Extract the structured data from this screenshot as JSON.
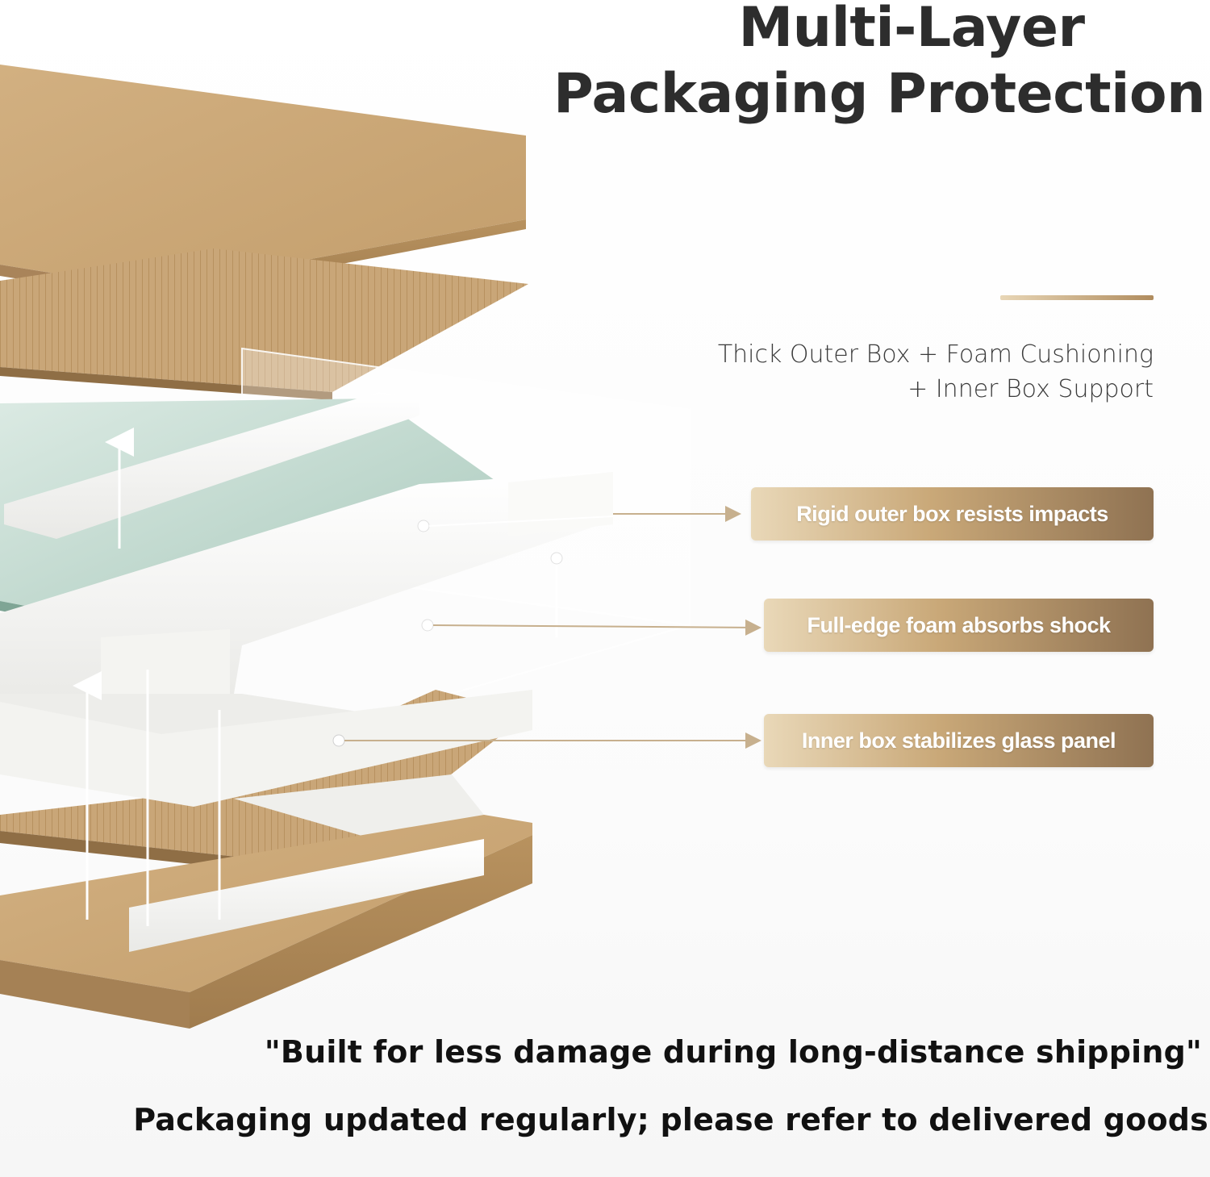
{
  "header": {
    "title_line1": "Multi-Layer",
    "title_line2": "Packaging Protection"
  },
  "subtitle": {
    "line1": "Thick Outer Box + Foam Cushioning",
    "line2": "+ Inner Box Support"
  },
  "callouts": [
    {
      "label": "Rigid outer box resists impacts"
    },
    {
      "label": "Full-edge foam absorbs shock"
    },
    {
      "label": "Inner box stabilizes glass panel"
    }
  ],
  "footer": {
    "quote": "\"Built for less damage during long-distance shipping\"",
    "note": "Packaging updated regularly; please refer to delivered goods"
  },
  "colors": {
    "kraft": "#c9a678",
    "kraft_dark": "#a98556",
    "foam": "#f7f7f5",
    "glass": "#cfe3da",
    "badge_light": "#e9d8b8",
    "badge_dark": "#8f7252",
    "title_text": "#2d2d2d"
  }
}
